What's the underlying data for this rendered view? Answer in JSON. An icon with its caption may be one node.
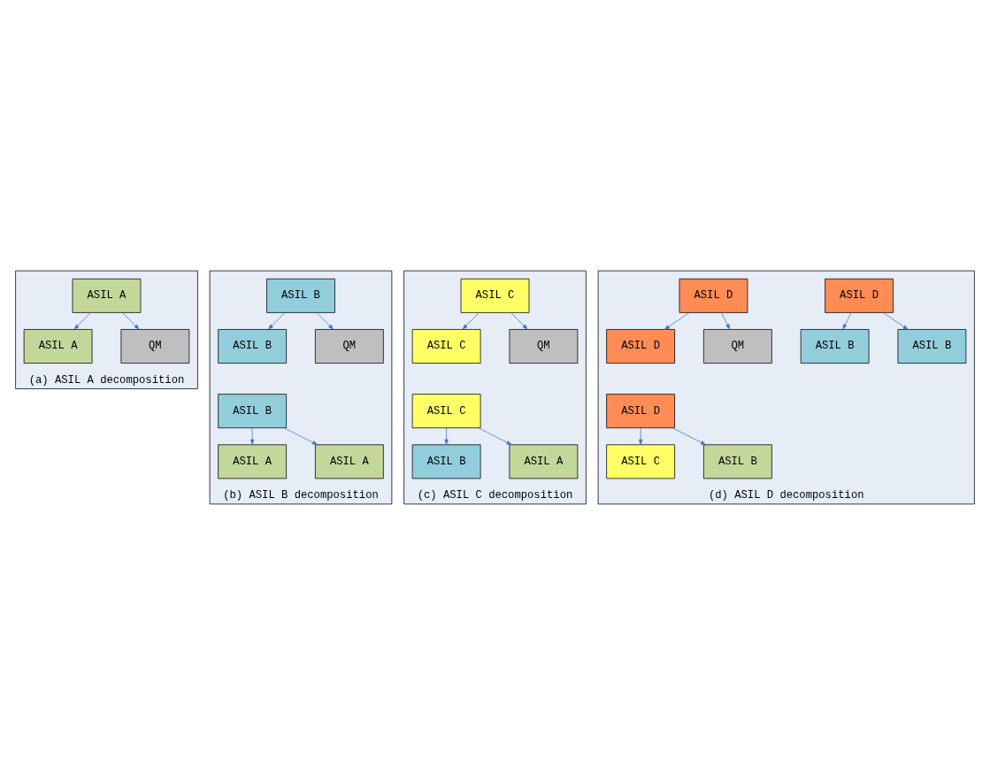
{
  "diagram": {
    "nodes": [
      {
        "text": [
          "(a) ASIL A decomposition"
        ]
      },
      {
        "text": [
          "ASIL A"
        ],
        "in": 0
      },
      {
        "text": [
          "ASIL A"
        ],
        "in": 0
      },
      {
        "text": [
          "QM"
        ],
        "in": 0
      },
      {
        "text": [
          "(b) ASIL B decomposition"
        ]
      },
      {
        "text": [
          "ASIL B"
        ],
        "in": 4
      },
      {
        "text": [
          "ASIL A"
        ],
        "in": 4
      },
      {
        "text": [
          "ASIL A"
        ],
        "in": 4
      },
      {
        "text": [
          "ASIL B"
        ],
        "in": 4
      },
      {
        "text": [
          "ASIL B"
        ],
        "in": 4
      },
      {
        "text": [
          "QM"
        ],
        "in": 4
      },
      {
        "text": [
          "(c) ASIL C decomposition"
        ]
      },
      {
        "text": [
          "ASIL C"
        ],
        "in": 11
      },
      {
        "text": [
          "ASIL B"
        ],
        "in": 11
      },
      {
        "text": [
          "ASIL A"
        ],
        "in": 11
      },
      {
        "text": [
          "ASIL C"
        ],
        "in": 11
      },
      {
        "text": [
          "ASIL C"
        ],
        "in": 11
      },
      {
        "text": [
          "QM"
        ],
        "in": 11
      },
      {
        "text": [
          "(d) ASIL D decomposition"
        ]
      },
      {
        "text": [
          "ASIL D"
        ],
        "in": 18
      },
      {
        "text": [
          "ASIL C"
        ],
        "in": 18
      },
      {
        "text": [
          "ASIL B"
        ],
        "in": 18
      },
      {
        "text": [
          "ASIL D"
        ],
        "in": 18
      },
      {
        "text": [
          "ASIL B"
        ],
        "in": 18
      },
      {
        "text": [
          "ASIL B"
        ],
        "in": 18
      },
      {
        "text": [
          "ASIL D"
        ],
        "in": 18
      },
      {
        "text": [
          "ASIL D"
        ],
        "in": 18
      },
      {
        "text": [
          "QM"
        ],
        "in": 18
      }
    ],
    "edges": [
      {
        "from": 1,
        "to": 2,
        "arrow": "to"
      },
      {
        "from": 1,
        "to": 3,
        "arrow": "to"
      },
      {
        "from": 5,
        "to": 6,
        "arrow": "to"
      },
      {
        "from": 5,
        "to": 7,
        "arrow": "to"
      },
      {
        "from": 8,
        "to": 9,
        "arrow": "to"
      },
      {
        "from": 8,
        "to": 10,
        "arrow": "to"
      },
      {
        "from": 12,
        "to": 13,
        "arrow": "to"
      },
      {
        "from": 12,
        "to": 14,
        "arrow": "to"
      },
      {
        "from": 15,
        "to": 16,
        "arrow": "to"
      },
      {
        "from": 15,
        "to": 17,
        "arrow": "to"
      },
      {
        "from": 19,
        "to": 20,
        "arrow": "to"
      },
      {
        "from": 19,
        "to": 21,
        "arrow": "to"
      },
      {
        "from": 22,
        "to": 23,
        "arrow": "to"
      },
      {
        "from": 22,
        "to": 24,
        "arrow": "to"
      },
      {
        "from": 25,
        "to": 26,
        "arrow": "to"
      },
      {
        "from": 25,
        "to": 27,
        "arrow": "to"
      }
    ]
  }
}
